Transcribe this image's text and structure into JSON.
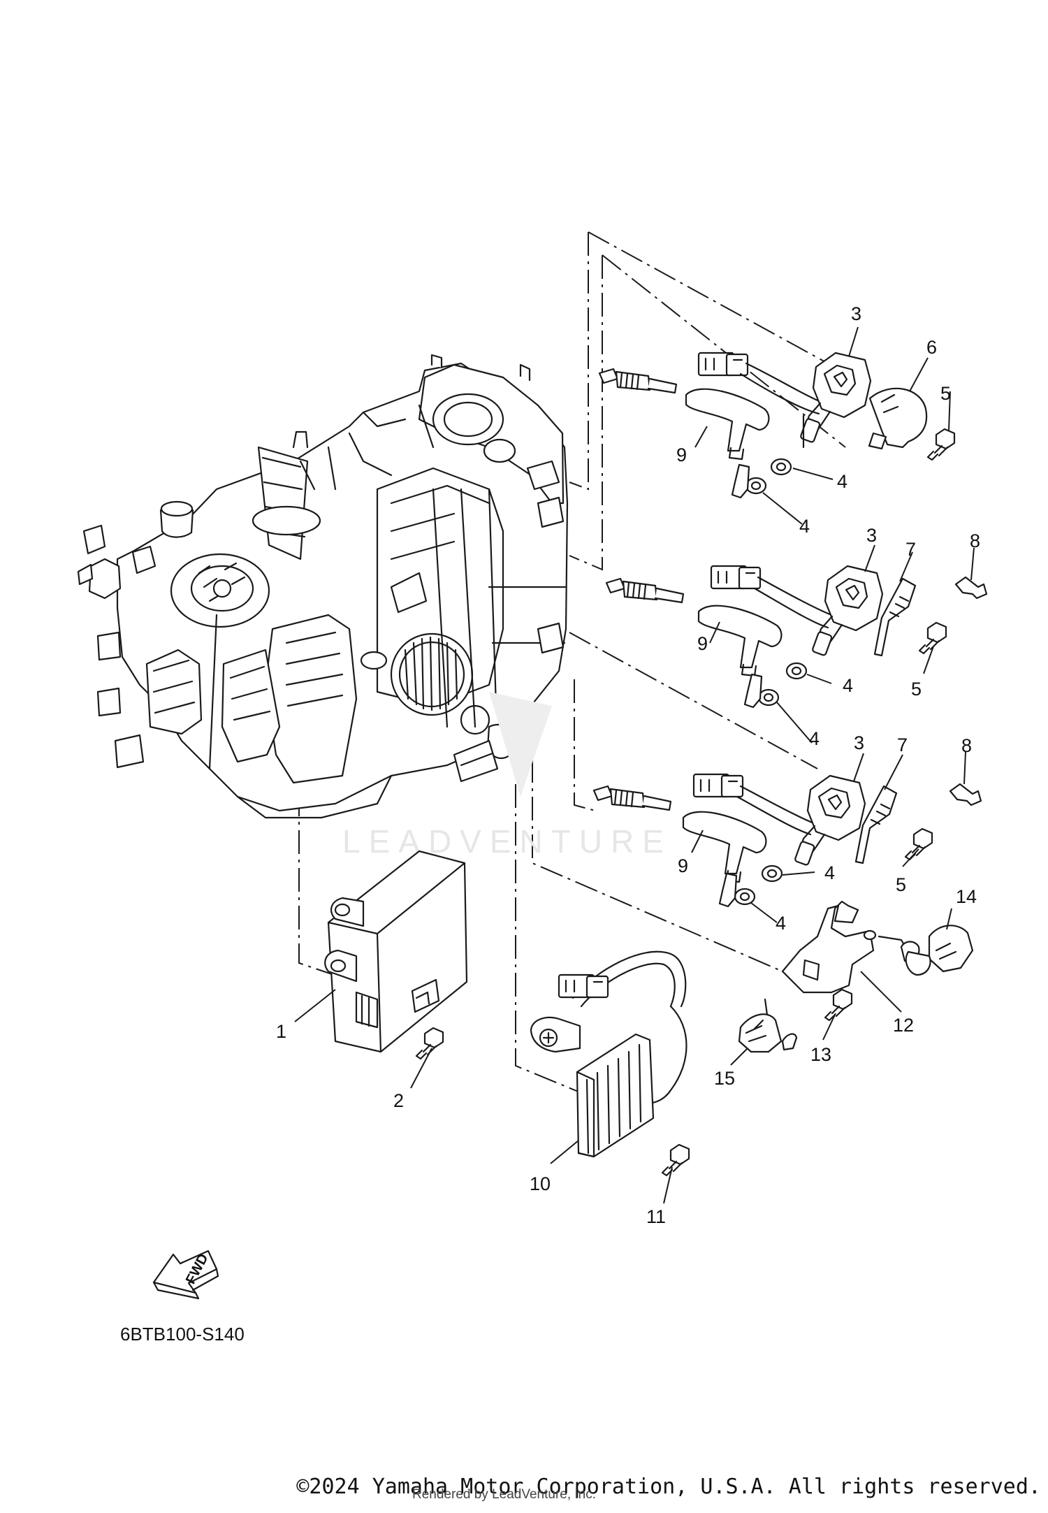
{
  "diagram": {
    "part_code": "6BTB100-S140",
    "fwd_label": "FWD",
    "watermark": "LEADVENTURE",
    "copyright": "©2024 Yamaha Motor Corporation, U.S.A. All rights reserved.",
    "rendered_by": "Rendered by LeadVenture, Inc.",
    "callouts": [
      {
        "id": "c1",
        "label": "1"
      },
      {
        "id": "c2",
        "label": "2"
      },
      {
        "id": "c3a",
        "label": "3"
      },
      {
        "id": "c3b",
        "label": "3"
      },
      {
        "id": "c3c",
        "label": "3"
      },
      {
        "id": "c4a",
        "label": "4"
      },
      {
        "id": "c4b",
        "label": "4"
      },
      {
        "id": "c4c",
        "label": "4"
      },
      {
        "id": "c4d",
        "label": "4"
      },
      {
        "id": "c4e",
        "label": "4"
      },
      {
        "id": "c4f",
        "label": "4"
      },
      {
        "id": "c5a",
        "label": "5"
      },
      {
        "id": "c5b",
        "label": "5"
      },
      {
        "id": "c5c",
        "label": "5"
      },
      {
        "id": "c6",
        "label": "6"
      },
      {
        "id": "c7a",
        "label": "7"
      },
      {
        "id": "c7b",
        "label": "7"
      },
      {
        "id": "c8a",
        "label": "8"
      },
      {
        "id": "c8b",
        "label": "8"
      },
      {
        "id": "c9a",
        "label": "9"
      },
      {
        "id": "c9b",
        "label": "9"
      },
      {
        "id": "c9c",
        "label": "9"
      },
      {
        "id": "c10",
        "label": "10"
      },
      {
        "id": "c11",
        "label": "11"
      },
      {
        "id": "c12",
        "label": "12"
      },
      {
        "id": "c13",
        "label": "13"
      },
      {
        "id": "c14",
        "label": "14"
      },
      {
        "id": "c15",
        "label": "15"
      }
    ]
  }
}
